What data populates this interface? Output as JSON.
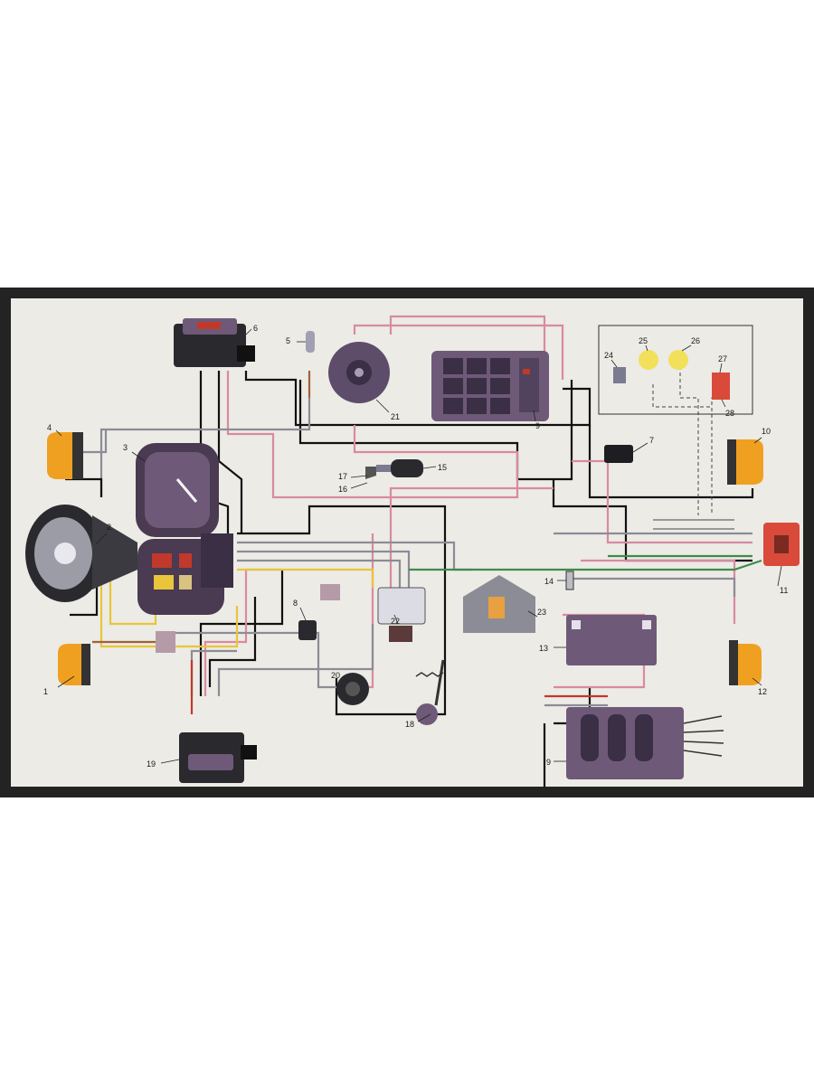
{
  "diagram": {
    "labels": {
      "l1": "1",
      "l2": "2",
      "l3": "3",
      "l4": "4",
      "l5": "5",
      "l6": "6",
      "l7": "7",
      "l8": "8",
      "l9a": "9",
      "l9b": "9",
      "l10": "10",
      "l11": "11",
      "l12": "12",
      "l13": "13",
      "l14": "14",
      "l15": "15",
      "l16": "16",
      "l17": "17",
      "l18": "18",
      "l19": "19",
      "l20": "20",
      "l21": "21",
      "l22": "22",
      "l23": "23",
      "l24": "24",
      "l25": "25",
      "l26": "26",
      "l27": "27",
      "l28": "28"
    },
    "colors": {
      "wire_black": "#111111",
      "wire_pink": "#d98aa0",
      "wire_gray": "#8c8c96",
      "wire_red": "#c0392b",
      "wire_yellow": "#e8c53a",
      "wire_green": "#3f8a4d",
      "wire_brown": "#a0623a",
      "component_purple": "#6e5a78",
      "indicator_orange": "#f0a020",
      "tail_red": "#d94a3a"
    }
  }
}
